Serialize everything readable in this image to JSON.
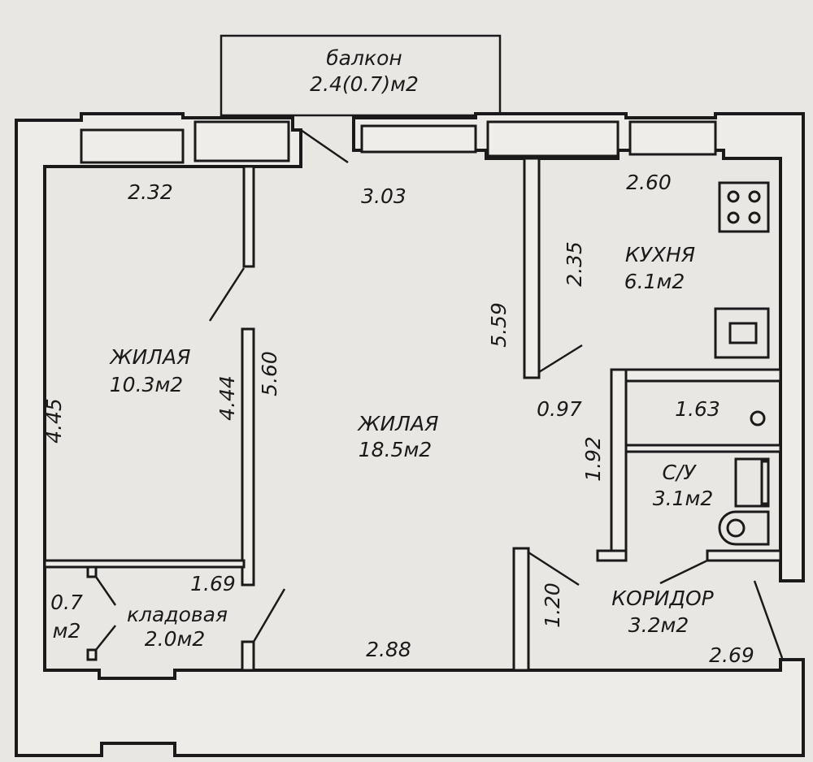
{
  "plan": {
    "balcony": {
      "name": "балкон",
      "area": "2.4(0.7)м2"
    },
    "rooms": [
      {
        "name": "ЖИЛАЯ",
        "area": "10.3м2"
      },
      {
        "name": "ЖИЛАЯ",
        "area": "18.5м2"
      },
      {
        "name": "КУХНЯ",
        "area": "6.1м2"
      },
      {
        "name": "С/У",
        "area": "3.1м2"
      },
      {
        "name": "КОРИДОР",
        "area": "3.2м2"
      },
      {
        "name": "кладовая",
        "area": "2.0м2"
      }
    ],
    "small_closet": {
      "value": "0.7",
      "unit": "м2"
    },
    "dimensions": [
      "2.32",
      "3.03",
      "2.60",
      "2.35",
      "5.59",
      "4.45",
      "4.44",
      "5.60",
      "0.97",
      "1.63",
      "1.92",
      "1.69",
      "1.20",
      "2.88",
      "2.69"
    ]
  }
}
